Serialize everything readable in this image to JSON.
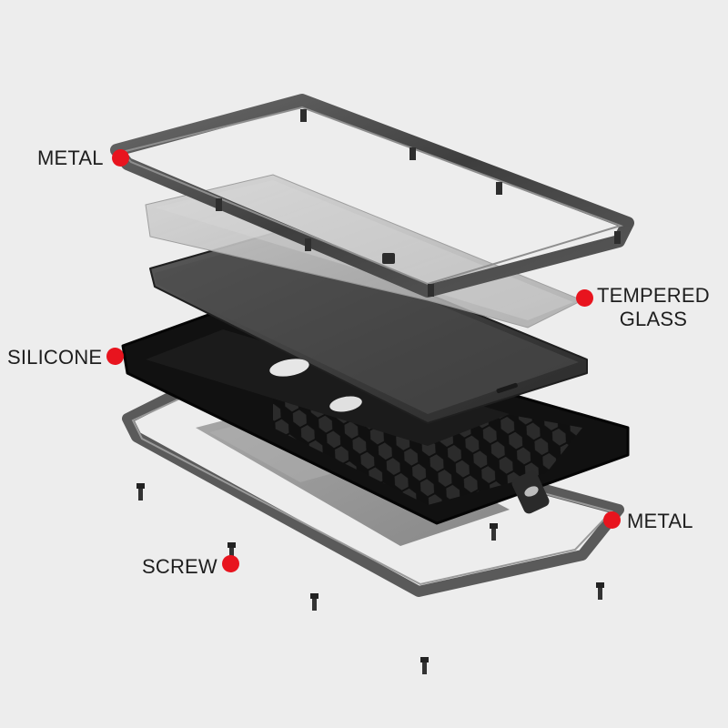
{
  "colors": {
    "background": "#ededed",
    "marker": "#e8141e",
    "label_text": "#1e1e1e",
    "metal_frame": "#4a4a4a",
    "silicone": "#141414",
    "glass": "#bdbdbd",
    "phone": "#3c3c3c"
  },
  "labels": {
    "metal_top": "METAL",
    "tempered_line1": "TEMPERED",
    "tempered_line2": "GLASS",
    "silicone": "SILICONE",
    "metal_bottom": "METAL",
    "screw": "SCREW"
  },
  "marker_icon": "red-dot-icon",
  "part_icons": [
    "screw-icon"
  ]
}
